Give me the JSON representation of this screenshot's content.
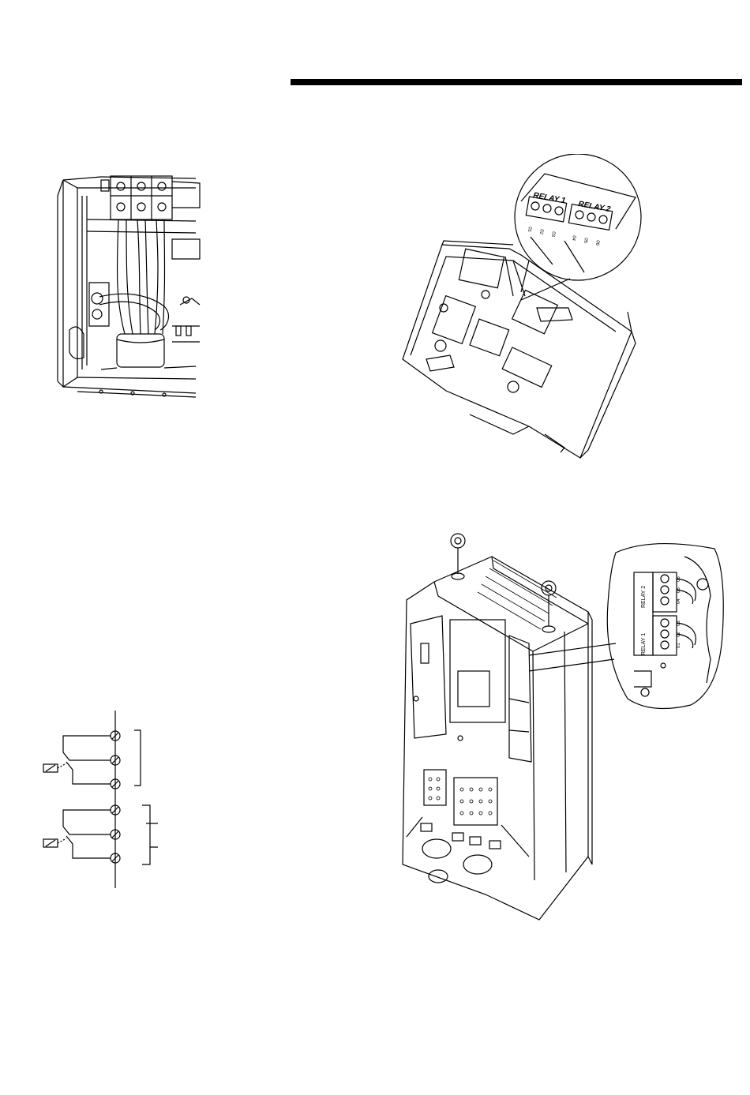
{
  "figures": {
    "relay_top": {
      "relay1_label": "RELAY 1",
      "relay2_label": "RELAY 2",
      "relay1_terminals": [
        "01",
        "02",
        "03"
      ],
      "relay2_terminals": [
        "04",
        "05",
        "06"
      ]
    },
    "relay_bottom": {
      "relay1_label": "RELAY 1",
      "relay2_label": "RELAY 2",
      "relay1_terminals": [
        "01",
        "02",
        "03"
      ],
      "relay2_terminals": [
        "04",
        "05",
        "06"
      ]
    }
  }
}
